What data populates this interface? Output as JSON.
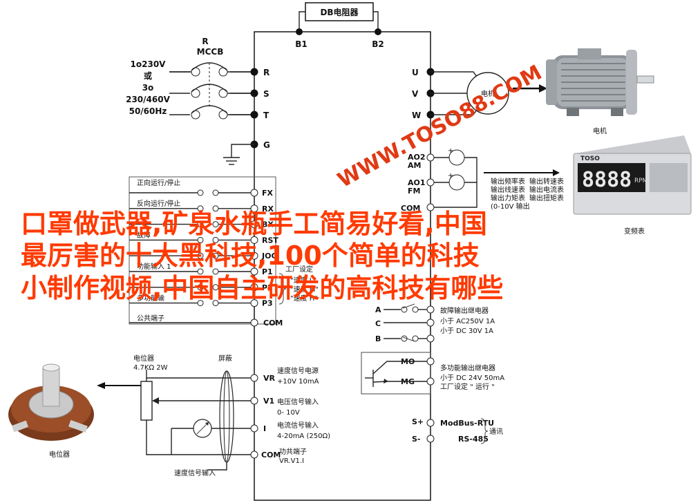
{
  "db_resistor": {
    "label": "DB电阻器",
    "b1": "B1",
    "b2": "B2"
  },
  "mccb": {
    "r": "R",
    "label": "MCCB"
  },
  "power_input": {
    "line1": "1o230V",
    "line2": "或",
    "line3": "3o",
    "line4": "230/460V",
    "line5": "50/60Hz"
  },
  "input_terminals": [
    "R",
    "S",
    "T",
    "G"
  ],
  "output_terminals": [
    "U",
    "V",
    "W"
  ],
  "motor": {
    "circle_label": "电机",
    "photo_label": "电机"
  },
  "analog_outputs": [
    {
      "name": "AO2",
      "sub": "AM"
    },
    {
      "name": "AO1",
      "sub": "FM"
    }
  ],
  "com_label_right": "COM",
  "meter_desc": {
    "col1": [
      "输出频率表",
      "输出线速表",
      "输出力矩表"
    ],
    "col2": [
      "输出转速表",
      "输出电流表",
      "输出扭矩表"
    ],
    "range": "(0-10V 输出"
  },
  "meter": {
    "brand": "TOSO",
    "display": "8888",
    "unit": "RPM"
  },
  "digital_inputs": [
    {
      "label": "正向运行/停止",
      "terminal": "FX"
    },
    {
      "label": "反向运行/停止",
      "terminal": "RX"
    },
    {
      "label": "",
      "terminal": "BX"
    },
    {
      "label": "故障",
      "terminal": "RST"
    },
    {
      "label": "",
      "terminal": "JOG"
    },
    {
      "label": "功能输入 1",
      "terminal": "P1"
    },
    {
      "label": "",
      "terminal": "P2"
    },
    {
      "label": "多功能输",
      "terminal": "P3"
    }
  ],
  "factory_setting": {
    "title": "工厂设定",
    "lines": [
      "\"速度 L\"",
      "\"速度 M\"",
      "\"速度 H\""
    ]
  },
  "common_terminal": {
    "label": "公共端子",
    "terminal": "COM"
  },
  "fault_relay": {
    "terminals": [
      "A",
      "C",
      "B"
    ],
    "title": "故障输出继电器",
    "spec1": "小于 AC250V 1A",
    "spec2": "小于 DC 30V 1A"
  },
  "multi_relay": {
    "terminals": [
      "MO",
      "MG"
    ],
    "title": "多功能输出继电器",
    "spec": "小于 DC 24V 50mA",
    "factory": "工厂设定 \" 运行 \""
  },
  "comm": {
    "terminals": [
      "S+",
      "S-"
    ],
    "proto": "ModBus-RTU",
    "bus": "RS-485",
    "label": "通讯"
  },
  "potentiometer": {
    "title": "电位器",
    "spec": "4.7KΩ   2W",
    "photo_label": "电位器"
  },
  "shield_label": "屏蔽",
  "speed_terminals": [
    {
      "terminal": "VR",
      "line1": "速度信号电源",
      "line2": "+10V  10mA"
    },
    {
      "terminal": "V1",
      "line1": "电压信号输入",
      "line2": "0- 10V"
    },
    {
      "terminal": "I",
      "line1": "电流信号输入",
      "line2": "4-20mA (250Ω)"
    },
    {
      "terminal": "COM",
      "line1": "功共端子",
      "line2": "VR.V1.I"
    }
  ],
  "speed_input_label": "速度信号输入",
  "watermark": "WWW.TOSO88.COM",
  "overlay_lines": [
    "口罩做武器,矿泉水瓶手工简易好看,中国",
    "最厉害的十大黑科技,100个简单的科技",
    "小制作视频,中国自主研发的高科技有哪些"
  ],
  "meter_caption_fragment": "变频表"
}
